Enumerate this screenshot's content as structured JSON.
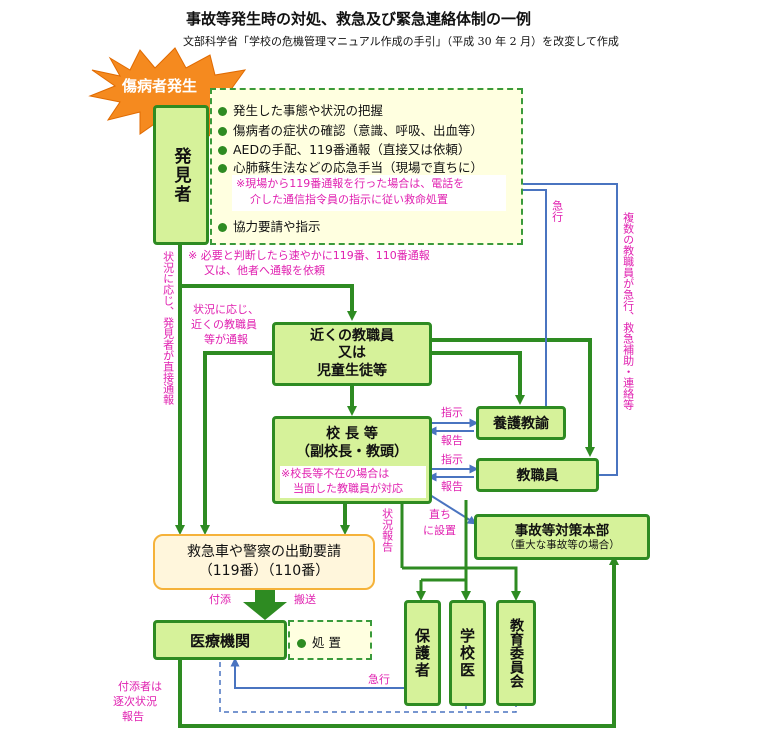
{
  "title": "事故等発生時の対処、救急及び緊急連絡体制の一例",
  "subtitle": "文部科学省「学校の危機管理マニュアル作成の手引」（平成 30 年 2 月）を改変して作成",
  "burst": "傷病者発生",
  "discoverer": {
    "label": "発見者",
    "actions": [
      "発生した事態や状況の把握",
      "傷病者の症状の確認（意識、呼吸、出血等）",
      "AEDの手配、119番通報（直接又は依頼）",
      "心肺蘇生法などの応急手当（現場で直ちに）"
    ],
    "note_line1": "※現場から119番通報を行った場合は、電話を",
    "note_line2": "介した通信指令員の指示に従い救命処置",
    "last_action": "協力要請や指示",
    "footnote_line1": "※  必要と判断したら速やかに119番、110番通報",
    "footnote_line2": "又は、他者へ通報を依頼"
  },
  "nearby_staff": {
    "line1": "近くの教職員",
    "line2": "又は",
    "line3": "児童生徒等"
  },
  "principal": {
    "line1": "校 長 等",
    "line2": "（副校長・教頭）",
    "note_line1": "※校長等不在の場合は",
    "note_line2": "当面した教職員が対応"
  },
  "nurse": "養護教諭",
  "staff": "教職員",
  "hq": {
    "line1": "事故等対策本部",
    "line2": "（重大な事故等の場合）"
  },
  "emergency": {
    "line1": "救急車や警察の出動要請",
    "line2": "（119番）（110番）"
  },
  "medical": "医療機関",
  "treatment": "処 置",
  "guardian": "保護者",
  "school_doctor": "学校医",
  "board": "教育委員会",
  "labels": {
    "direct_report": "状況に応じ、発見者が直接通報",
    "nearby_report_1": "状況に応じ、",
    "nearby_report_2": "近くの教職員",
    "nearby_report_3": "等が通報",
    "urgent": "急行",
    "multi_staff": "複数の教職員が急行、救急補助・連絡等",
    "instruct": "指示",
    "report": "報告",
    "status_report": "状況報告",
    "immediately_1": "直ち",
    "immediately_2": "に設置",
    "accompany": "付添",
    "transport": "搬送",
    "attendant_1": "付添者は",
    "attendant_2": "逐次状況",
    "attendant_3": "報告",
    "urgent2": "急行"
  },
  "colors": {
    "green": "#2e8b22",
    "blue": "#4a74c0",
    "pink": "#e020b0",
    "orange": "#f5b23a",
    "box_fill": "#d6f29a"
  }
}
